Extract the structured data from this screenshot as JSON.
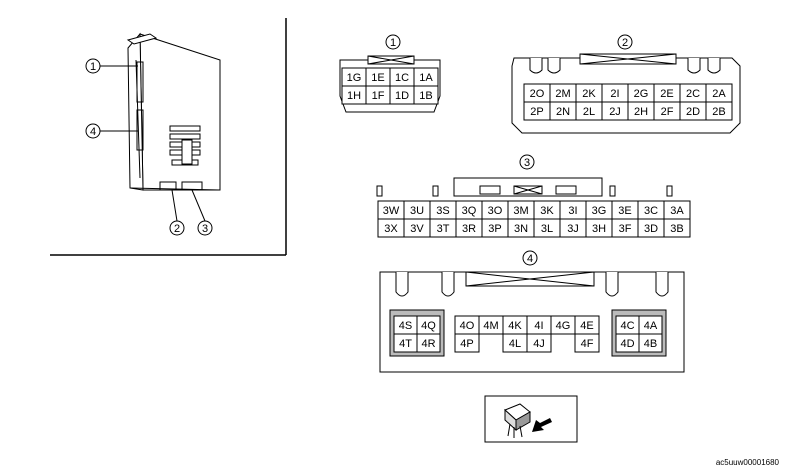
{
  "callouts": [
    "1",
    "2",
    "3",
    "4"
  ],
  "connector1": {
    "label": "1",
    "rows": [
      [
        "1G",
        "1E",
        "1C",
        "1A"
      ],
      [
        "1H",
        "1F",
        "1D",
        "1B"
      ]
    ]
  },
  "connector2": {
    "label": "2",
    "rows": [
      [
        "2O",
        "2M",
        "2K",
        "2I",
        "2G",
        "2E",
        "2C",
        "2A"
      ],
      [
        "2P",
        "2N",
        "2L",
        "2J",
        "2H",
        "2F",
        "2D",
        "2B"
      ]
    ]
  },
  "connector3": {
    "label": "3",
    "rows": [
      [
        "3W",
        "3U",
        "3S",
        "3Q",
        "3O",
        "3M",
        "3K",
        "3I",
        "3G",
        "3E",
        "3C",
        "3A"
      ],
      [
        "3X",
        "3V",
        "3T",
        "3R",
        "3P",
        "3N",
        "3L",
        "3J",
        "3H",
        "3F",
        "3D",
        "3B"
      ]
    ]
  },
  "connector4": {
    "label": "4",
    "left_block": [
      [
        "4S",
        "4Q"
      ],
      [
        "4T",
        "4R"
      ]
    ],
    "middle_block": [
      [
        "4O",
        "4M",
        "4K",
        "4I",
        "4G",
        "4E"
      ],
      [
        "4P",
        "",
        "4L",
        "4J",
        "",
        "4F"
      ]
    ],
    "right_block": [
      [
        "4C",
        "4A"
      ],
      [
        "4D",
        "4B"
      ]
    ]
  },
  "figure_id": "ac5uuw00001680"
}
